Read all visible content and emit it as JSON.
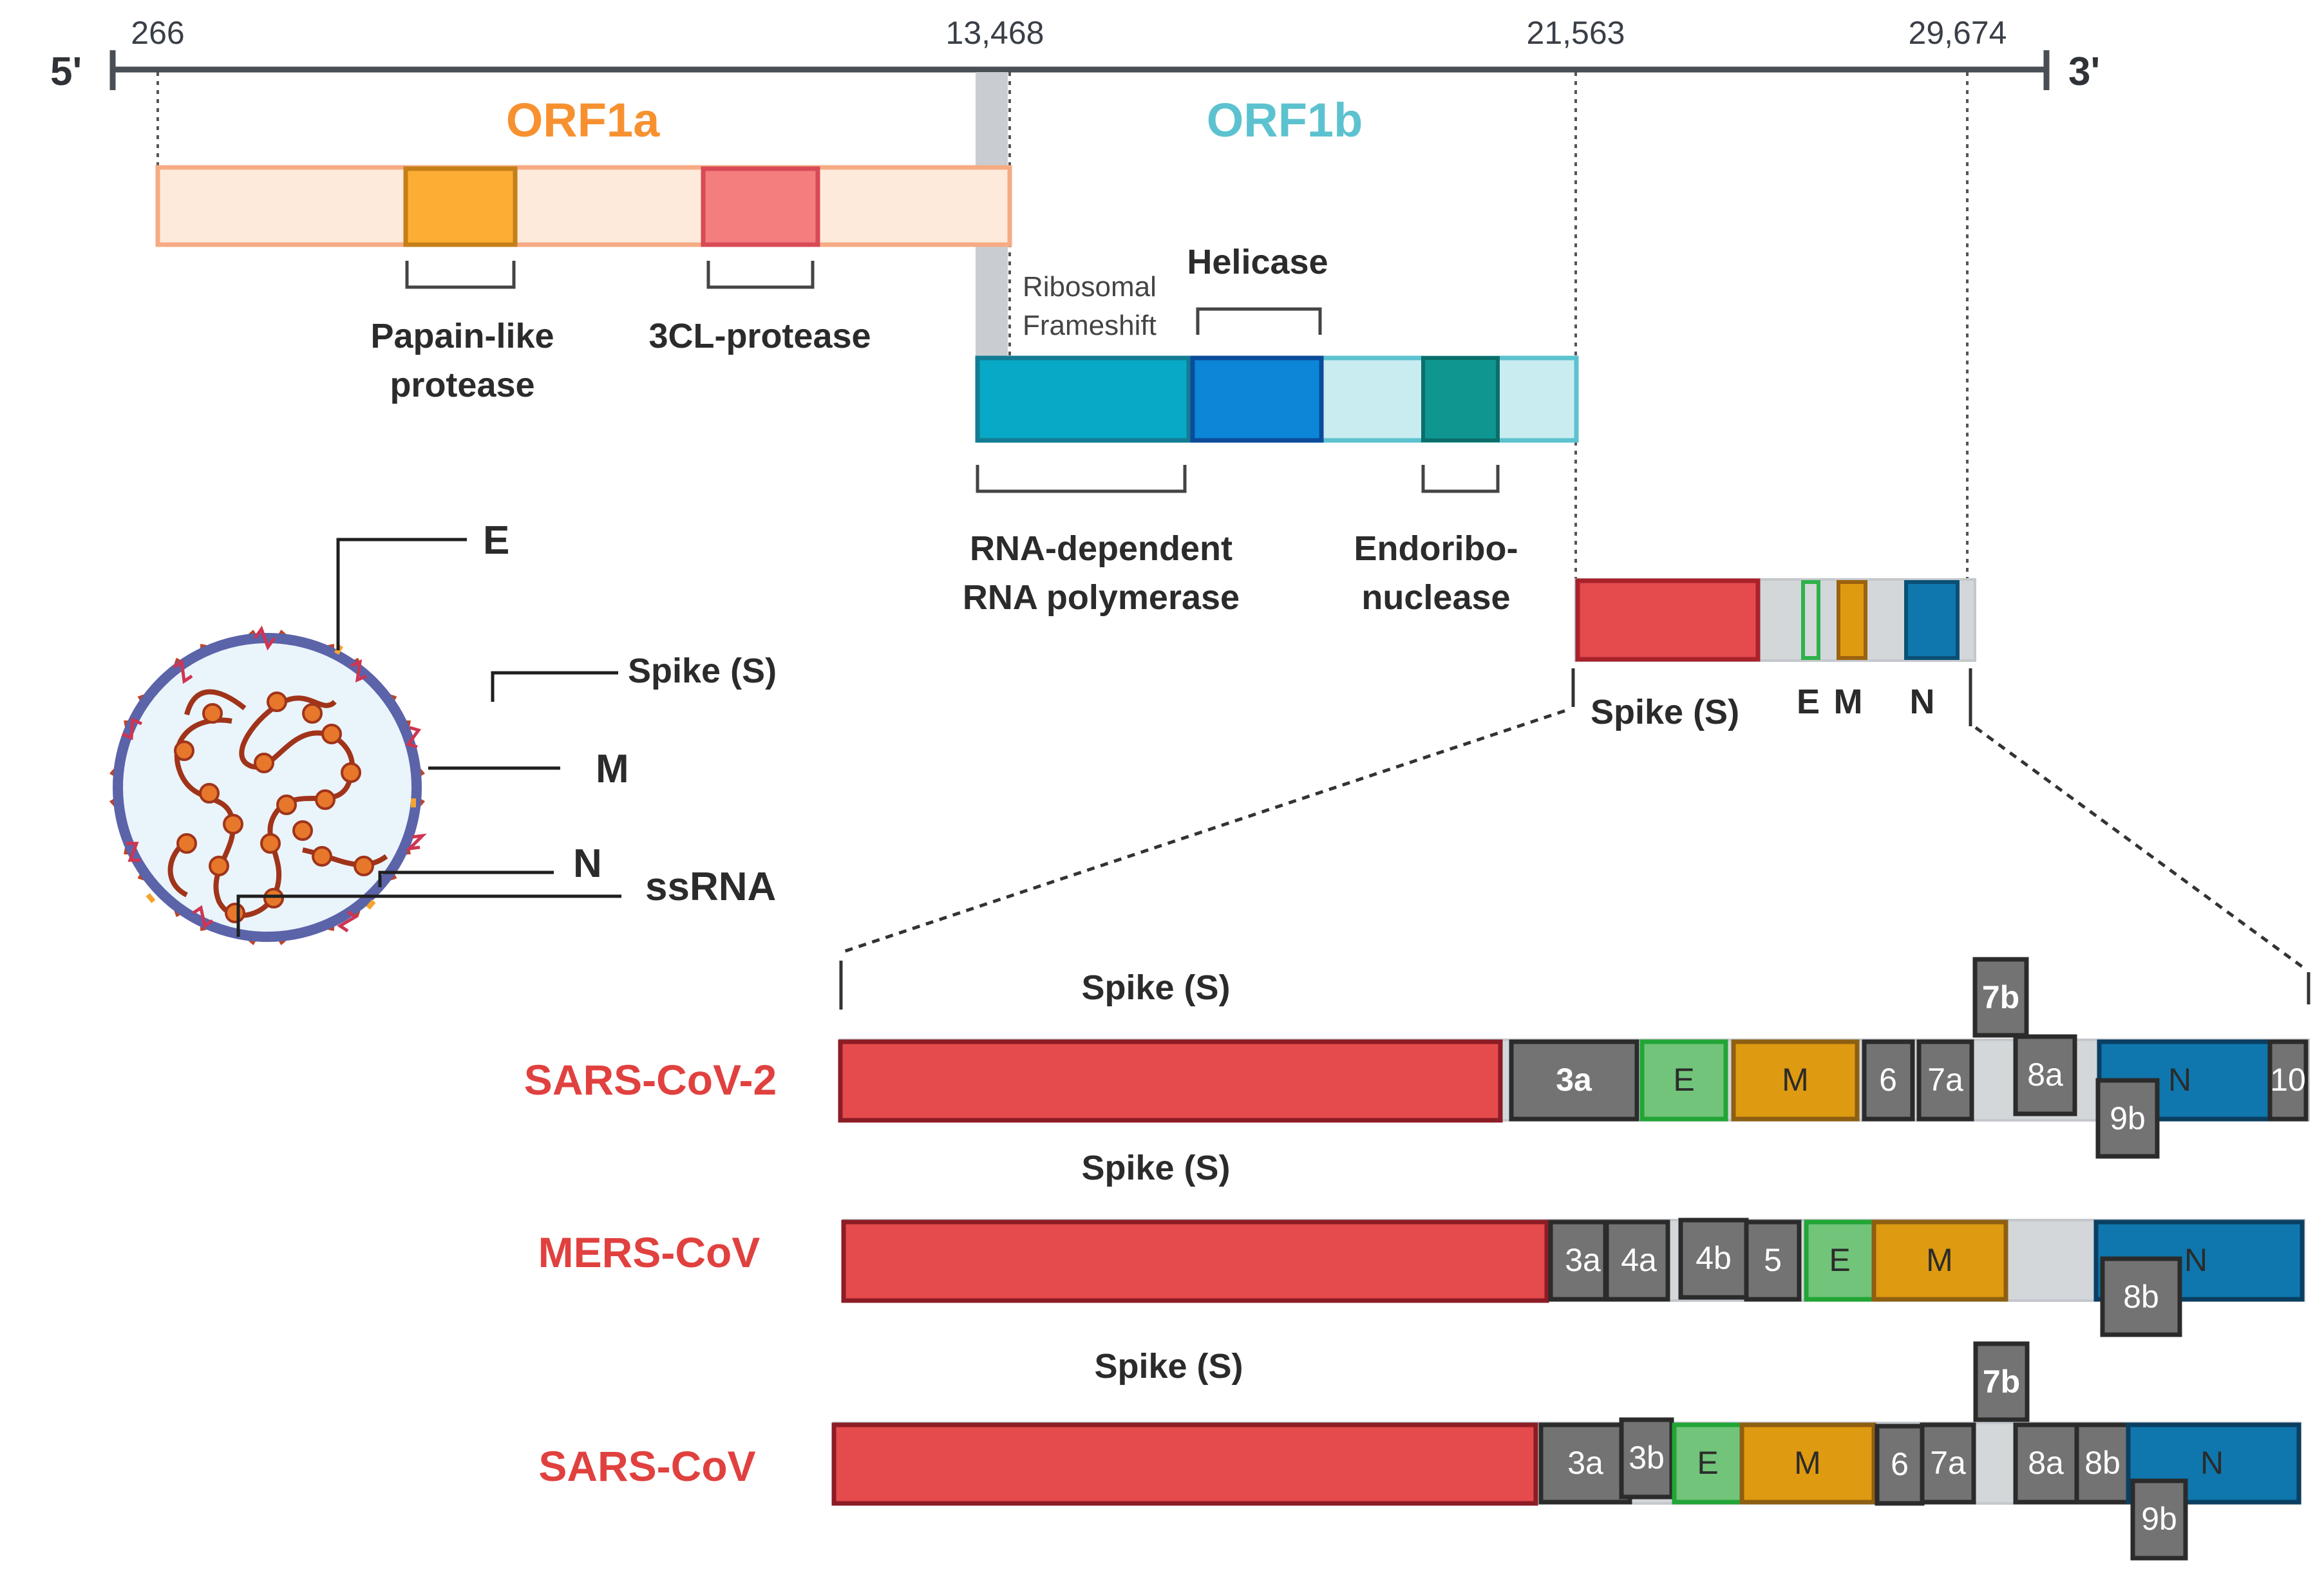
{
  "genome": {
    "five_prime": "5'",
    "three_prime": "3'",
    "positions": [
      "266",
      "13,468",
      "21,563",
      "29,674"
    ]
  },
  "orfs": {
    "orf1a": "ORF1a",
    "orf1b": "ORF1b"
  },
  "orf1a_domains": {
    "papain_line1": "Papain-like",
    "papain_line2": "protease",
    "cl_protease": "3CL-protease"
  },
  "orf1b_domains": {
    "frameshift_line1": "Ribosomal",
    "frameshift_line2": "Frameshift",
    "helicase": "Helicase",
    "rdrp_line1": "RNA-dependent",
    "rdrp_line2": "RNA polymerase",
    "endo_line1": "Endoribo-",
    "endo_line2": "nuclease"
  },
  "structural": {
    "spike": "Spike (S)",
    "e": "E",
    "m": "M",
    "n": "N"
  },
  "virion_labels": {
    "e": "E",
    "spike": "Spike (S)",
    "m": "M",
    "n": "N",
    "ssrna": "ssRNA"
  },
  "genomes": [
    {
      "virus": "SARS-CoV-2",
      "spike_label": "Spike (S)",
      "genes": [
        "3a",
        "E",
        "M",
        "6",
        "7a",
        "7b",
        "8a",
        "9b",
        "N",
        "10"
      ]
    },
    {
      "virus": "MERS-CoV",
      "spike_label": "Spike (S)",
      "genes": [
        "3a",
        "4a",
        "4b",
        "5",
        "E",
        "M",
        "N",
        "8b"
      ]
    },
    {
      "virus": "SARS-CoV",
      "spike_label": "Spike (S)",
      "genes": [
        "3a",
        "3b",
        "E",
        "M",
        "6",
        "7a",
        "7b",
        "8a",
        "8b",
        "N",
        "9b"
      ]
    }
  ],
  "colors": {
    "orf1a": "#f7912f",
    "orf1b": "#5cc2cf",
    "spike": "#e54a4c",
    "envelope": "#72c47a",
    "membrane": "#de9a10",
    "nucleocapsid": "#0f77ad",
    "accessory": "#737373",
    "virus_label": "#e0413f"
  }
}
